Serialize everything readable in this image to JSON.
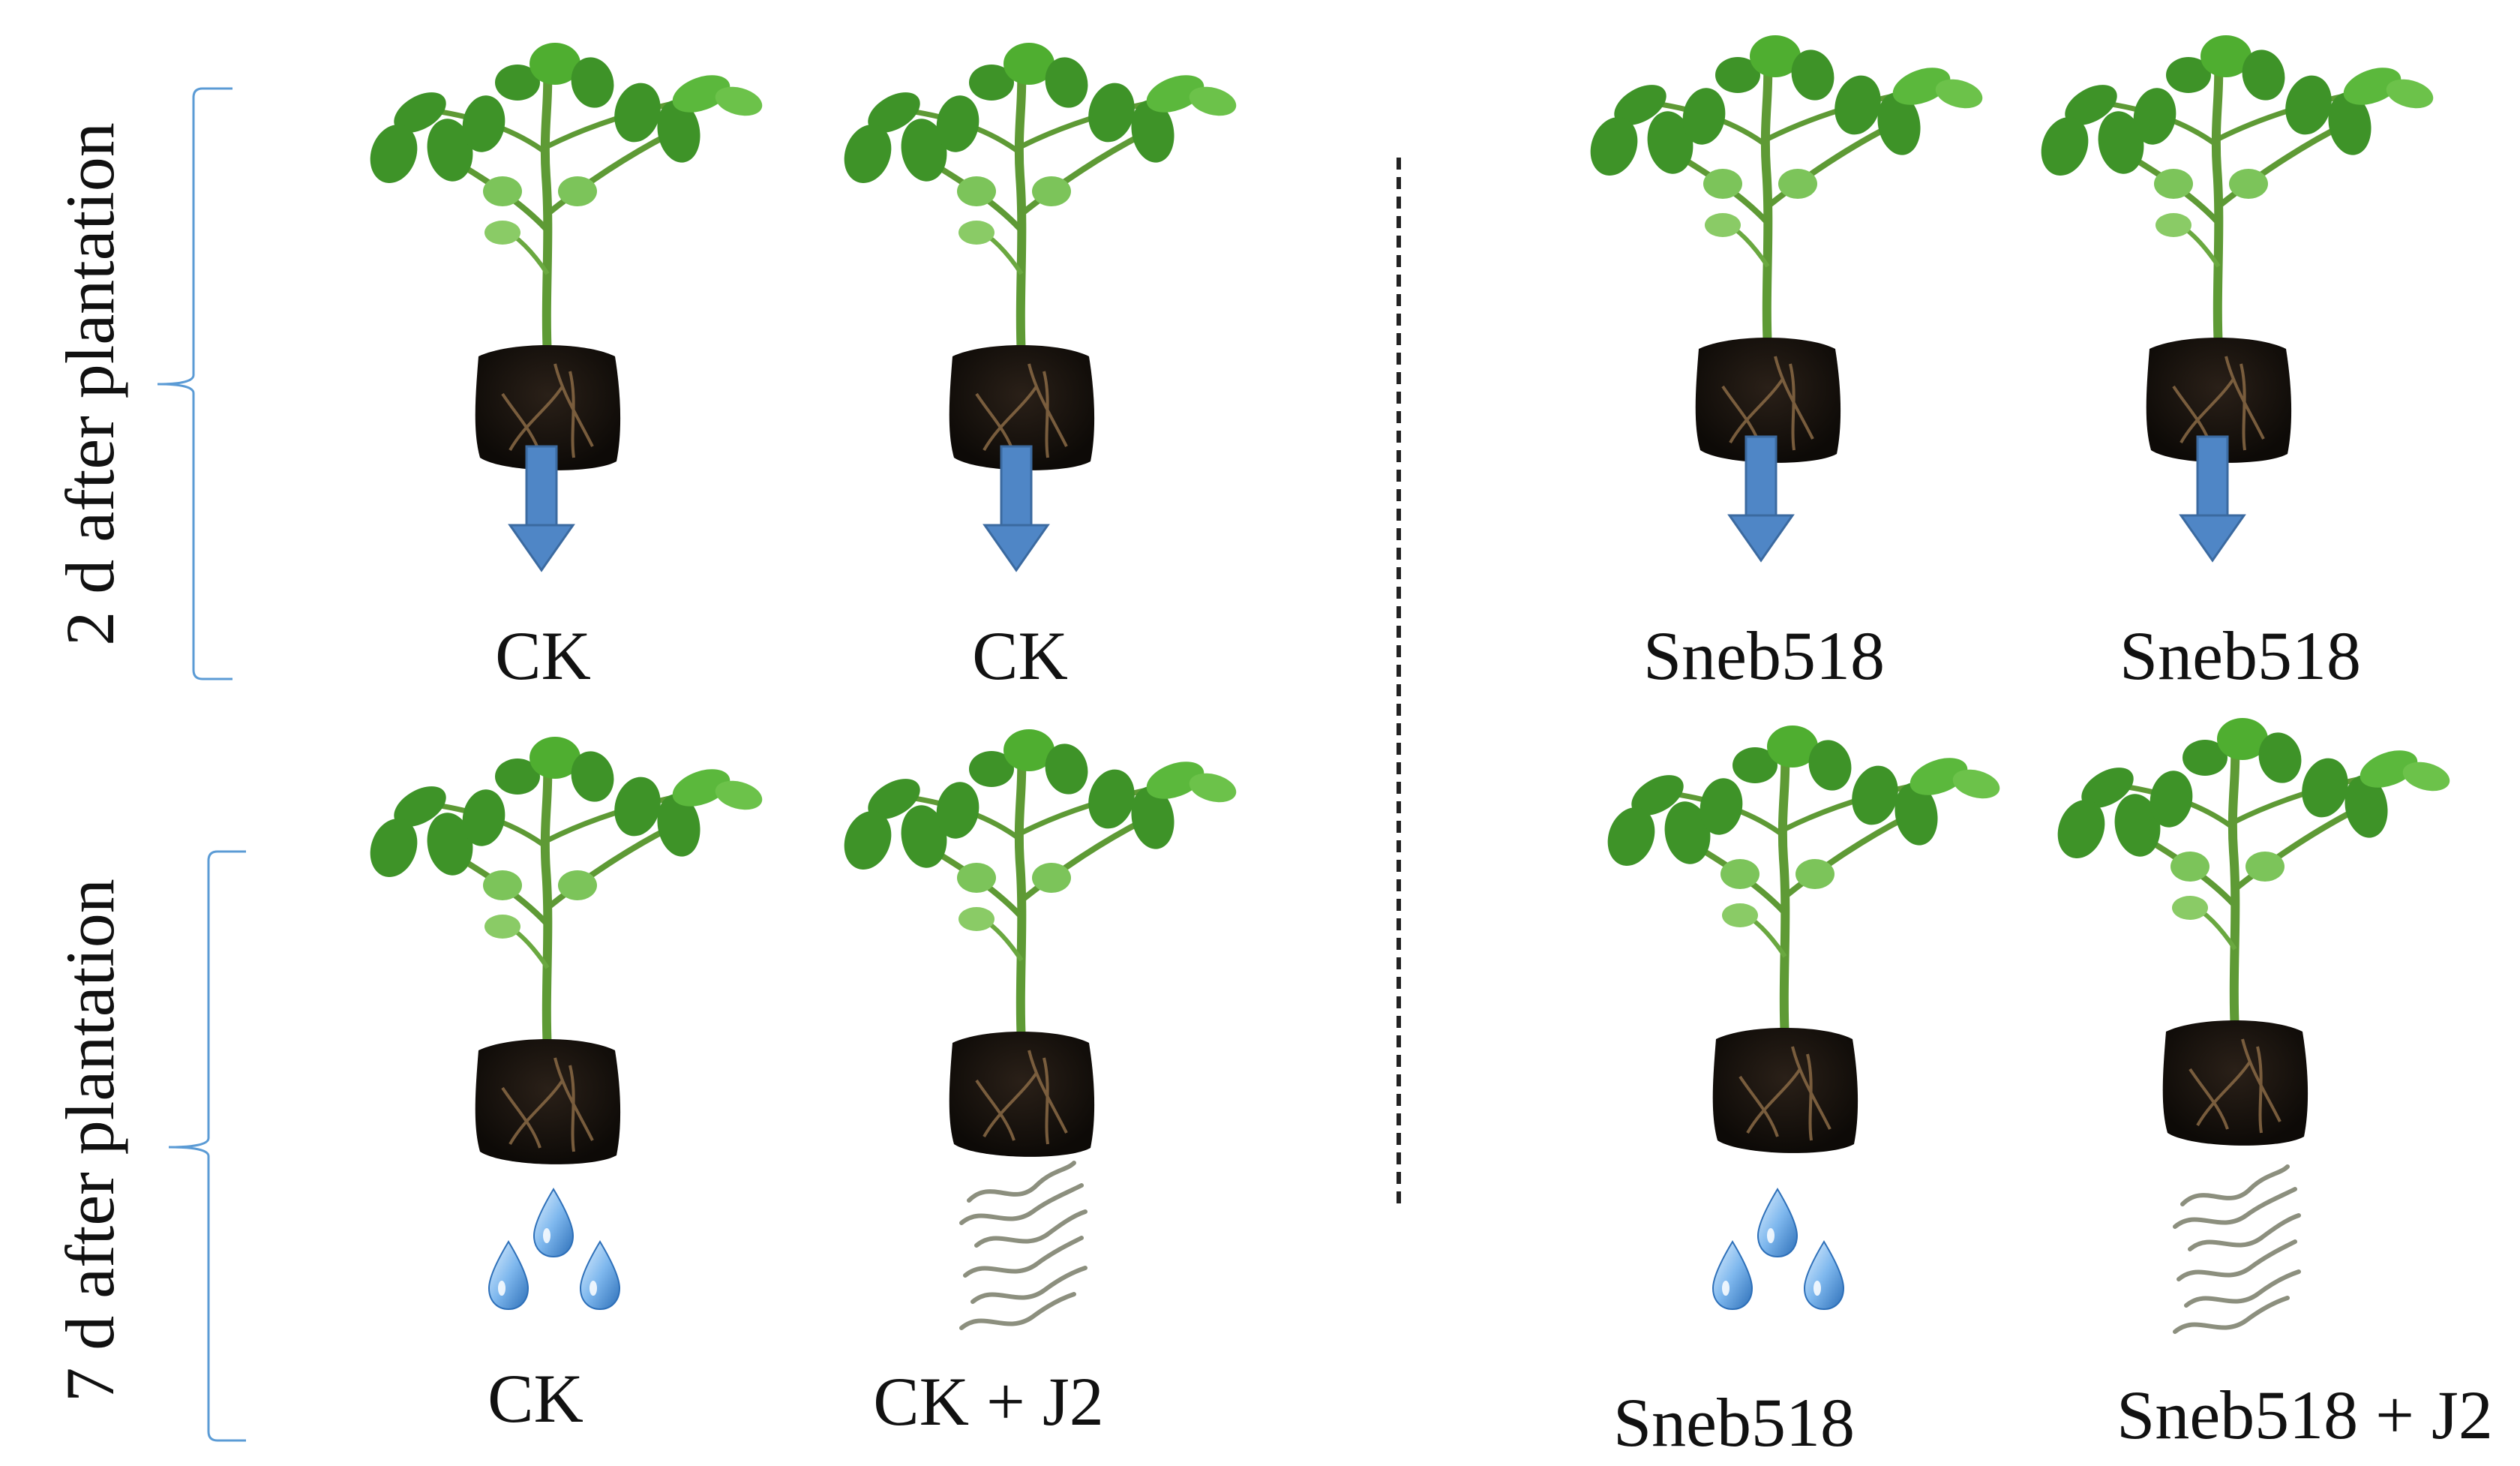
{
  "row_titles": {
    "top": "2 d after plantation",
    "bottom": "7 d after plantation"
  },
  "top_row": [
    {
      "label": "CK",
      "treatment": "arrow-down-icon"
    },
    {
      "label": "CK",
      "treatment": "arrow-down-icon"
    },
    {
      "label": "Sneb518",
      "treatment": "arrow-down-icon"
    },
    {
      "label": "Sneb518",
      "treatment": "arrow-down-icon"
    }
  ],
  "bottom_row": [
    {
      "label": "CK",
      "treatment": "water-drops-icon"
    },
    {
      "label": "CK + J2",
      "treatment": "nematodes-icon"
    },
    {
      "label": "Sneb518",
      "treatment": "water-drops-icon"
    },
    {
      "label": "Sneb518 + J2",
      "treatment": "nematodes-icon"
    }
  ],
  "colors": {
    "arrow": "#4f86c6",
    "bracket": "#5b9bd5",
    "leaf": "#3f9a2b",
    "soil": "#1c1611",
    "water": "#5aa3e6"
  }
}
